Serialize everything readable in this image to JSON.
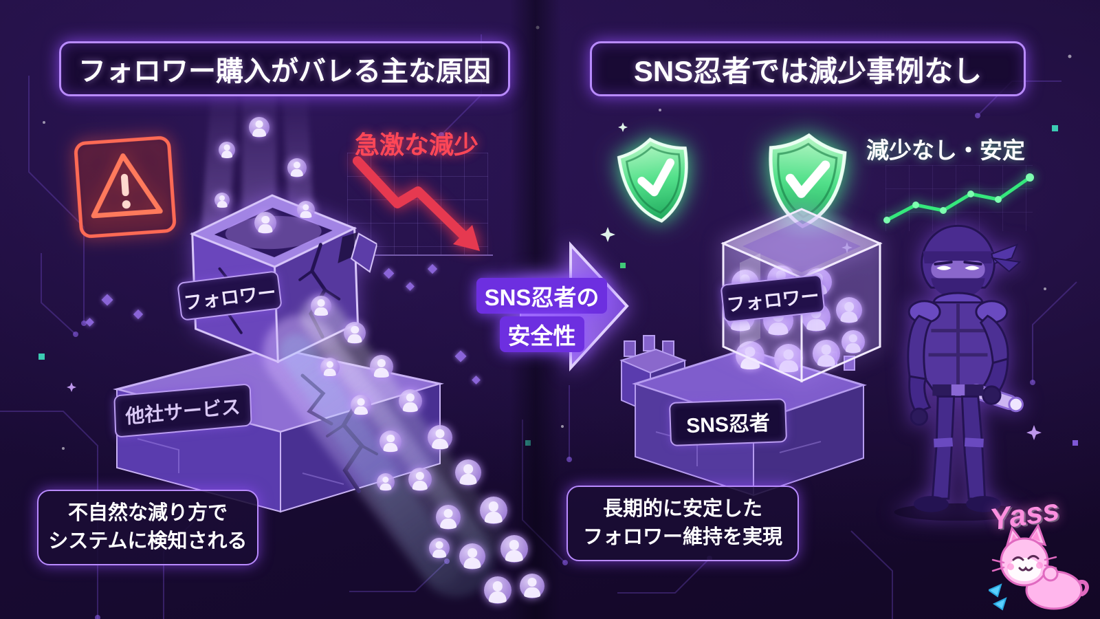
{
  "left_panel": {
    "title": "フォロワー購入がバレる主な原因",
    "decline_label": "急激な減少",
    "box_label": "フォロワー",
    "pedestal_label": "他社サービス",
    "callout": {
      "line1": "不自然な減り方で",
      "line2": "システムに検知される"
    }
  },
  "center": {
    "arrow_label_line1": "SNS忍者の",
    "arrow_label_line2": "安全性"
  },
  "right_panel": {
    "title": "SNS忍者では減少事例なし",
    "stable_label": "減少なし・安定",
    "box_label": "フォロワー",
    "pedestal_label": "SNS忍者",
    "callout": {
      "line1": "長期的に安定した",
      "line2": "フォロワー維持を実現"
    },
    "watermark": "Yass"
  },
  "icons": {
    "warning": "warning-triangle-icon",
    "decline": "decline-arrow-icon",
    "shield": "shield-check-icon",
    "arrow": "right-arrow-icon",
    "avatar": "follower-avatar-icon",
    "chart": "growth-line-chart",
    "ninja": "ninja-character",
    "cat": "cat-mascot"
  },
  "colors": {
    "background": "#190b34",
    "neon_purple": "#a76bff",
    "neon_red": "#ff4757",
    "neon_green": "#35e87c",
    "banner_border": "#b98bff",
    "watermark_pink": "#ff8fe0"
  }
}
